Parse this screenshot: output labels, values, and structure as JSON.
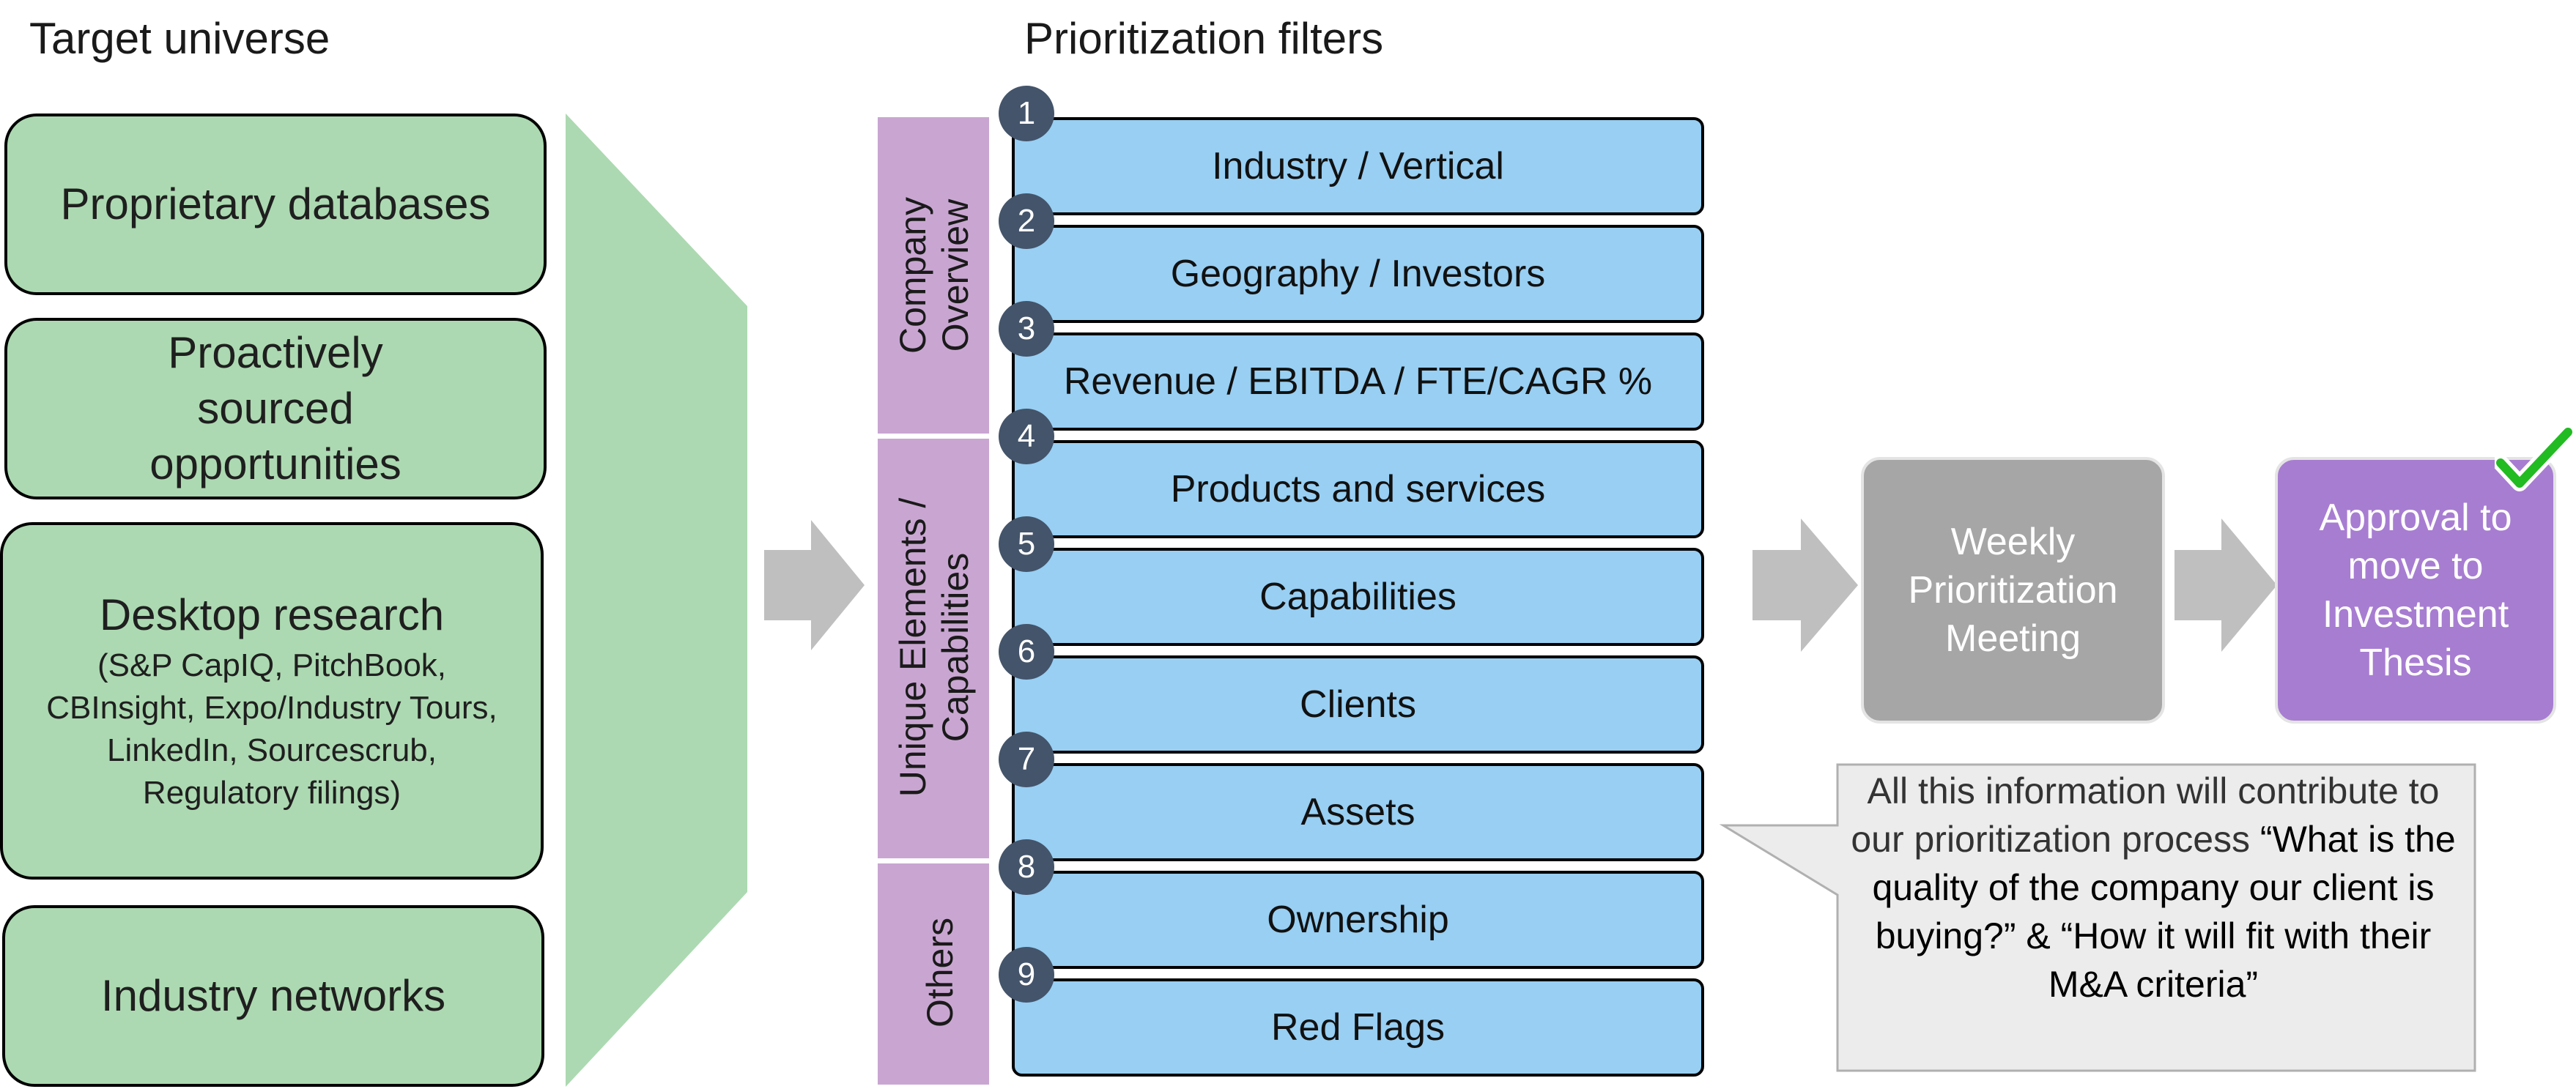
{
  "headings": {
    "left": "Target universe",
    "middle": "Prioritization filters"
  },
  "sources": [
    {
      "main": "Proprietary databases",
      "sub": ""
    },
    {
      "main": "Proactively sourced opportunities",
      "sub": ""
    },
    {
      "main": "Desktop research",
      "sub": "(S&P CapIQ, PitchBook, CBInsight, Expo/Industry Tours, LinkedIn, Sourcescrub, Regulatory filings)"
    },
    {
      "main": "Industry networks",
      "sub": ""
    }
  ],
  "groups": [
    {
      "label": "Company Overview"
    },
    {
      "label": "Unique Elements / Capabilities"
    },
    {
      "label": "Others"
    }
  ],
  "filters": [
    {
      "num": "1",
      "label": "Industry / Vertical"
    },
    {
      "num": "2",
      "label": "Geography / Investors"
    },
    {
      "num": "3",
      "label": "Revenue / EBITDA / FTE/CAGR %"
    },
    {
      "num": "4",
      "label": "Products and services"
    },
    {
      "num": "5",
      "label": "Capabilities"
    },
    {
      "num": "6",
      "label": "Clients"
    },
    {
      "num": "7",
      "label": "Assets"
    },
    {
      "num": "8",
      "label": "Ownership"
    },
    {
      "num": "9",
      "label": "Red Flags"
    }
  ],
  "process": {
    "meeting": "Weekly Prioritization Meeting",
    "approval": "Approval to move to Investment Thesis"
  },
  "callout": {
    "text": "All this information will contribute to our prioritization process",
    "quote": "“What is the quality of the company our client is buying?” & “How it will fit with their M&A criteria”"
  },
  "colors": {
    "source_fill": "#acd9b1",
    "funnel_fill": "#acd9b1",
    "group_band": "#c9a6d2",
    "filter_fill": "#98cff3",
    "number_badge": "#44546a",
    "arrow": "#bfbfbf",
    "meeting_box": "#a6a6a6",
    "approval_box": "#a77dd1",
    "check": "#22bb22",
    "callout_fill": "#ececec"
  }
}
